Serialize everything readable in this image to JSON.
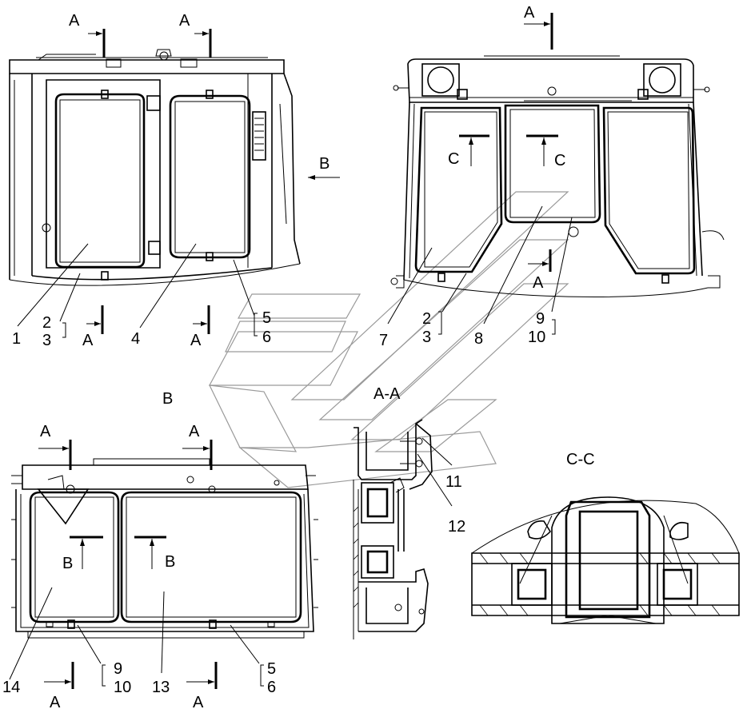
{
  "labels": {
    "p1": "1",
    "p2": "2",
    "p3": "3",
    "p4": "4",
    "p5": "5",
    "p6": "6",
    "p7": "7",
    "p8": "8",
    "p9": "9",
    "p10": "10",
    "p11": "11",
    "p12": "12",
    "p13": "13",
    "p14": "14",
    "secA": "A",
    "secB": "B",
    "secC": "C",
    "viewB": "B",
    "viewAA": "A-A",
    "viewCC": "C-C"
  }
}
